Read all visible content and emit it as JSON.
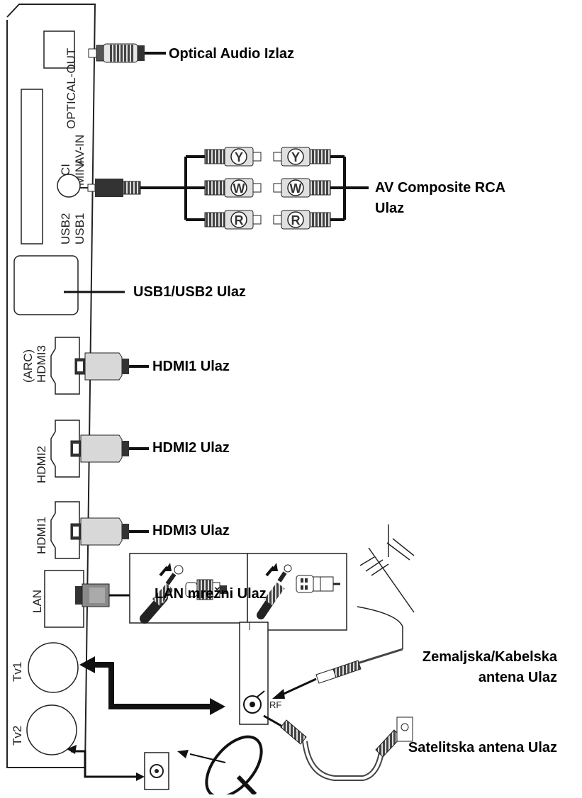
{
  "panel_ports": {
    "optical_out": "OPTICAL-OUT",
    "av_in": "AV-IN",
    "mini": "MINI",
    "ci": "CI",
    "usb2": "USB2",
    "usb1": "USB1",
    "hdmi3_arc_1": "(ARC)",
    "hdmi3_arc_2": "HDMI3",
    "hdmi2": "HDMI2",
    "hdmi1": "HDMI1",
    "lan": "LAN",
    "tv1": "Tv1",
    "tv2": "Tv2",
    "rf": "RF"
  },
  "rca_letters": [
    "Y",
    "W",
    "R"
  ],
  "labels": {
    "optical": "Optical Audio Izlaz",
    "av_line1": "AV Composite RCA",
    "av_line2": "Ulaz",
    "usb": "USB1/USB2 Ulaz",
    "hdmi1": "HDMI1 Ulaz",
    "hdmi2": "HDMI2 Ulaz",
    "hdmi3": "HDMI3 Ulaz",
    "lan": "LAN mrežni Ulaz",
    "terrestrial_line1": "Zemaljska/Kabelska",
    "terrestrial_line2": "antena Ulaz",
    "satellite": "Satelitska antena Ulaz"
  }
}
